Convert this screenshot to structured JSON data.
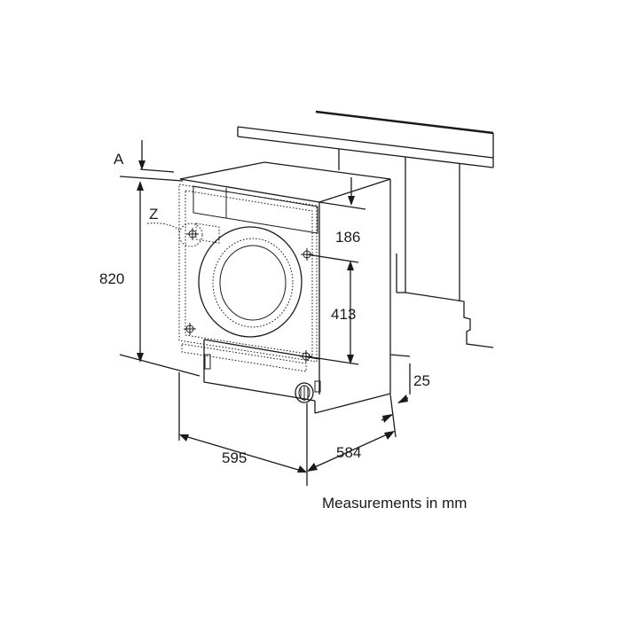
{
  "labels": {
    "a": "A",
    "z": "Z",
    "height": "820",
    "top_offset": "186",
    "hinge_spacing": "413",
    "width": "595",
    "depth": "584",
    "plinth_depth": "25"
  },
  "caption": "Measurements in mm"
}
